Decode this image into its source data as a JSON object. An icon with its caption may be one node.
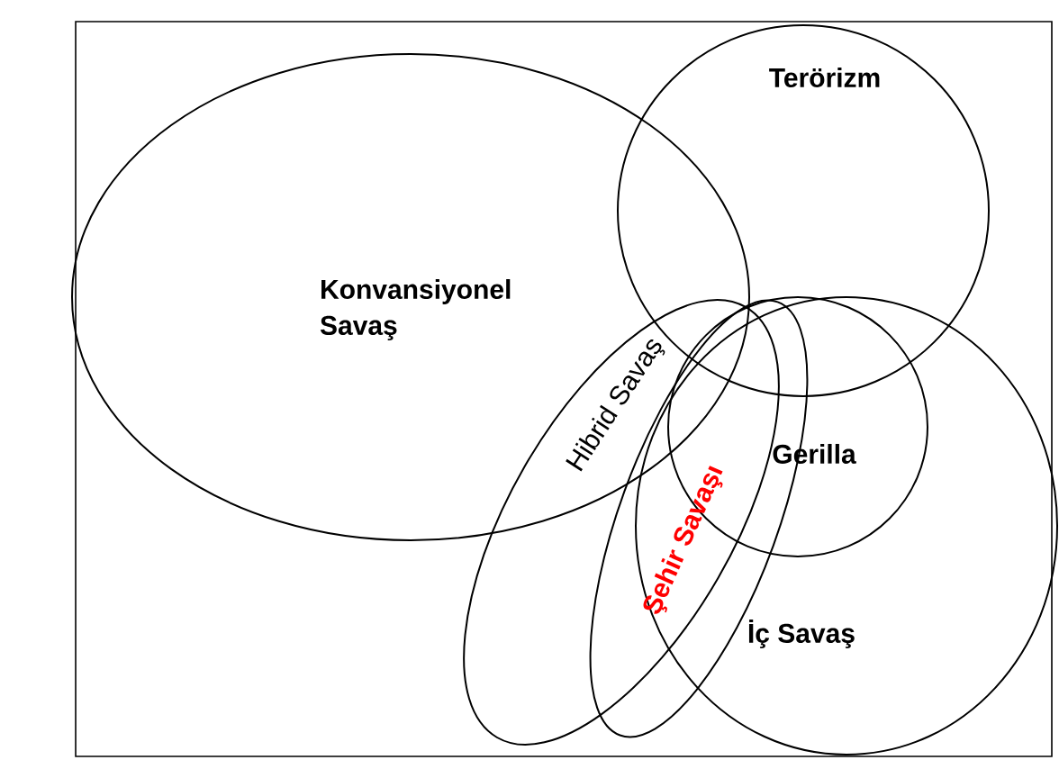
{
  "diagram": {
    "nodes": [
      {
        "text": [
          "Konvansiyonel Savaş"
        ]
      },
      {
        "text": [
          "Terörizm"
        ]
      },
      {
        "text": [
          "İç Savaş"
        ]
      },
      {
        "text": [
          "Gerilla"
        ],
        "in": 2
      },
      {
        "text": [
          "Hibrid Savaş"
        ]
      },
      {
        "text": [
          "Şehir Savaşı"
        ]
      }
    ]
  }
}
